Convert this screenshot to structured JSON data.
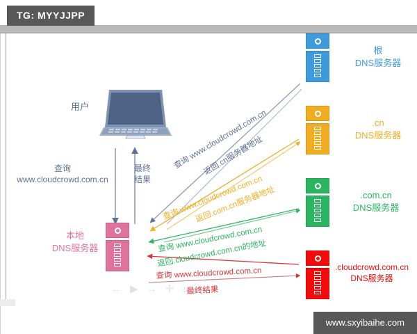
{
  "badge": {
    "text": "TG: MYYJJPP"
  },
  "watermark": {
    "text": "www.sxyibaihe.com",
    "ghost": "← ▶ → ✛ ▱ ✂"
  },
  "nodes": {
    "user": {
      "label": "用户",
      "icon": "laptop-icon",
      "color": "#5d7292"
    },
    "local_dns": {
      "line1": "本地",
      "line2": "DNS服务器",
      "icon": "server-icon",
      "color": "#e0739b"
    },
    "root_dns": {
      "line1": "根",
      "line2": "DNS服务器",
      "icon": "server-icon",
      "color": "#3d9bdc"
    },
    "cn_dns": {
      "line1": ".cn",
      "line2": "DNS服务器",
      "icon": "server-icon",
      "color": "#f0ad22"
    },
    "comcn_dns": {
      "line1": ".com.cn",
      "line2": "DNS服务器",
      "icon": "server-icon",
      "color": "#2ab561"
    },
    "leaf_dns": {
      "line1": ".cloudcrowd.com.cn",
      "line2": "DNS服务器",
      "icon": "server-icon",
      "color": "#f30b0b"
    }
  },
  "flows": {
    "user_query": {
      "line1": "查询",
      "line2": "www.cloudcrowd.com.cn",
      "color": "#5d7292"
    },
    "user_result": {
      "line1": "最终",
      "line2": "结果",
      "color": "#5d7292"
    },
    "root": {
      "query": "查询 www.cloudcrowd.com.cn",
      "reply": "返回.cn服务器地址",
      "color": "#5d7292"
    },
    "cn": {
      "query": "查询 www.cloudcrowd.com.cn",
      "reply": "返回.com.cn服务器地址",
      "color": "#f0ad22"
    },
    "comcn": {
      "query": "查询 www.cloudcrowd.com.cn",
      "reply": "返回.cloudcrowd.com.cn的地址",
      "color": "#2ab561"
    },
    "leaf": {
      "query": "查询 www.cloudcrowd.com.cn",
      "reply": "最终结果",
      "color": "#d8343a"
    }
  }
}
